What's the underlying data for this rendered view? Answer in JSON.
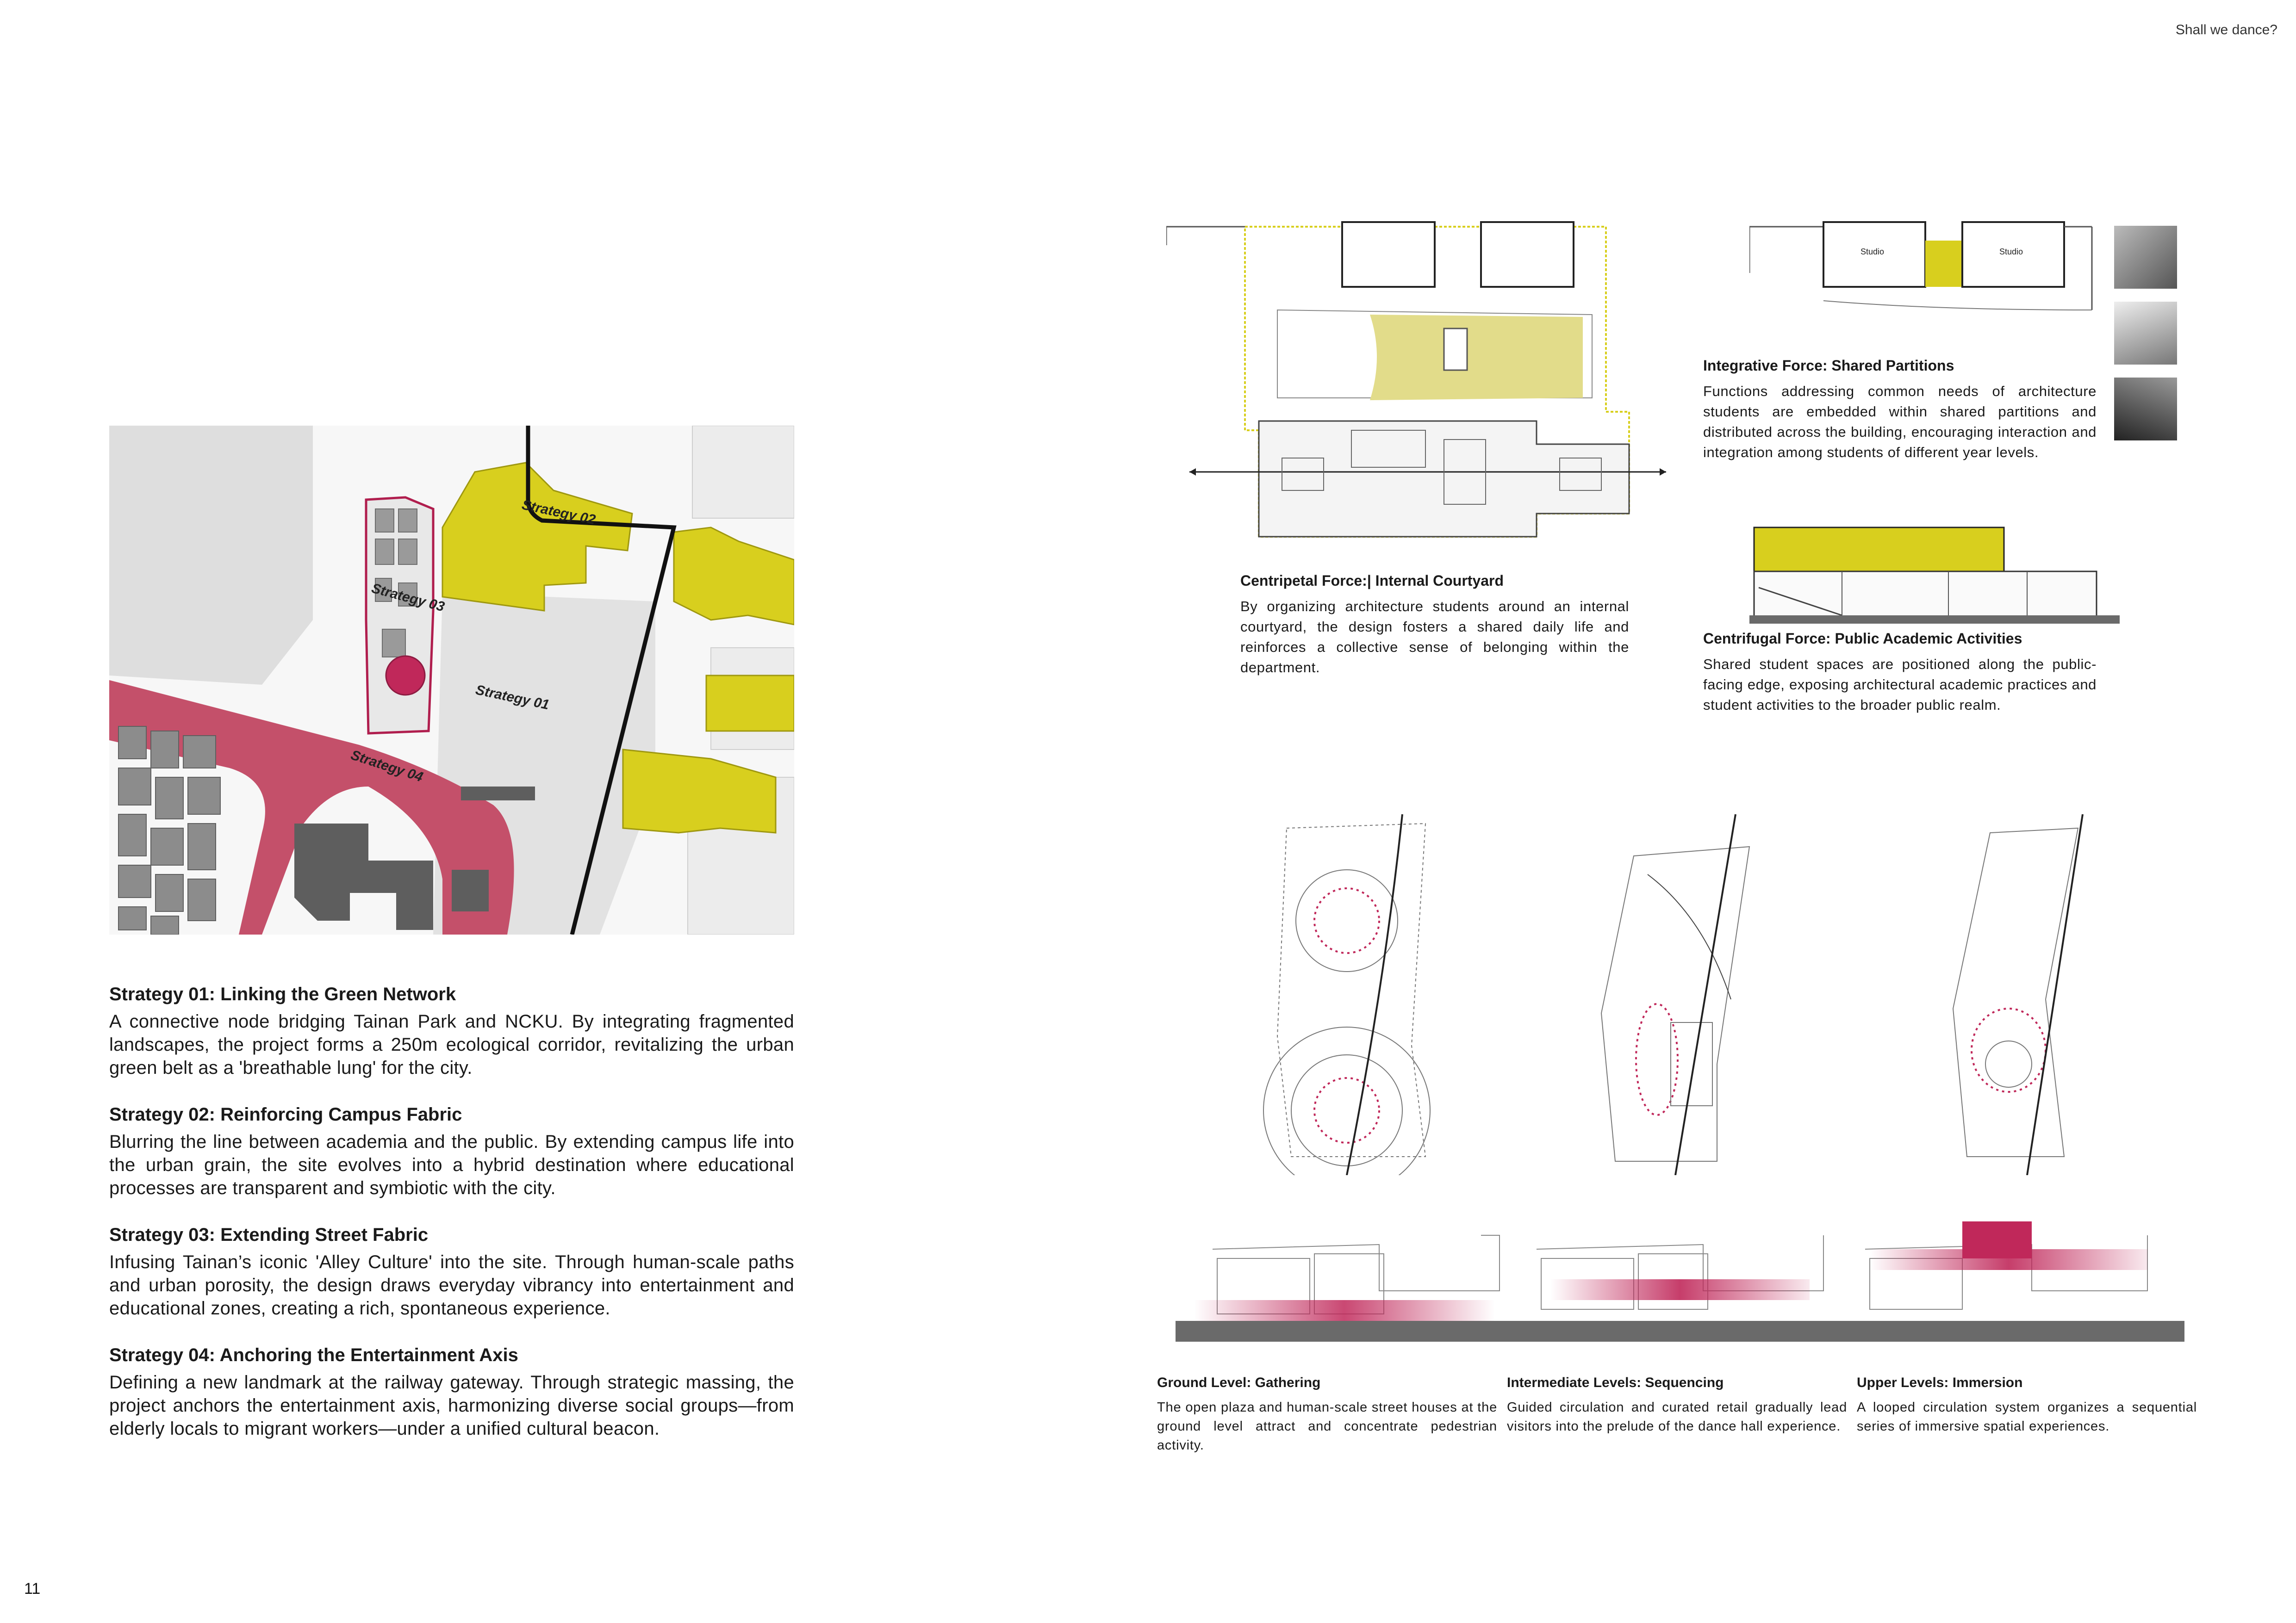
{
  "header": {
    "project_title": "Shall we dance?"
  },
  "page_number": "11",
  "site_map": {
    "labels": [
      "Strategy 02",
      "Strategy 03",
      "Strategy 01",
      "Strategy 04"
    ]
  },
  "strategies": [
    {
      "title": "Strategy 01: Linking the Green Network",
      "body": "A connective node bridging Tainan Park and NCKU. By integrating fragmented landscapes, the project forms a 250m ecological corridor, revitalizing the urban green belt as a 'breathable lung' for the city."
    },
    {
      "title": "Strategy 02: Reinforcing Campus Fabric",
      "body": "Blurring the line between academia and the public. By extending campus life into the urban grain, the site evolves into a hybrid destination where educational processes are transparent and symbiotic with the city."
    },
    {
      "title": "Strategy 03: Extending Street Fabric",
      "body": "Infusing Tainan’s iconic 'Alley Culture' into the site. Through human-scale paths and urban porosity, the design draws everyday vibrancy into entertainment and educational zones, creating a rich, spontaneous experience."
    },
    {
      "title": "Strategy 04: Anchoring the Entertainment Axis",
      "body": "Defining a new landmark at the railway gateway. Through strategic massing, the project anchors the entertainment axis, harmonizing diverse social groups—from elderly locals to migrant workers—under a unified cultural beacon."
    }
  ],
  "forces": {
    "centripetal": {
      "title": "Centripetal Force:| Internal Courtyard",
      "body": "By organizing architecture students around an internal courtyard, the design fosters a shared daily life and reinforces a collective sense of belonging within the department."
    },
    "integrative": {
      "title": "Integrative Force: Shared Partitions",
      "body": "Functions addressing common needs of architecture students are embedded within shared partitions and distributed across the building, encouraging interaction and integration among students of different year levels."
    },
    "centrifugal": {
      "title": "Centrifugal Force: Public Academic Activities",
      "body": "Shared student spaces are positioned along the public-facing edge, exposing architectural academic practices and student activities to the broader public realm."
    }
  },
  "studio_plan": {
    "room_labels": [
      "Studio",
      "Studio"
    ]
  },
  "levels": [
    {
      "title": "Ground Level: Gathering",
      "body": "The open plaza and human-scale street houses at the ground level attract and concentrate pedestrian activity."
    },
    {
      "title": "Intermediate Levels: Sequencing",
      "body": "Guided circulation and curated retail gradually lead visitors into the prelude of the dance hall experience."
    },
    {
      "title": "Upper Levels: Immersion",
      "body": "A looped circulation system organizes a sequential series of immersive spatial experiences."
    }
  ],
  "colors": {
    "accent_red": "#c4506a",
    "accent_magenta": "#c0285a",
    "accent_yellow": "#d8cf1e",
    "green_gray": "#dcdcdc",
    "building_dark": "#5e5e5e"
  }
}
